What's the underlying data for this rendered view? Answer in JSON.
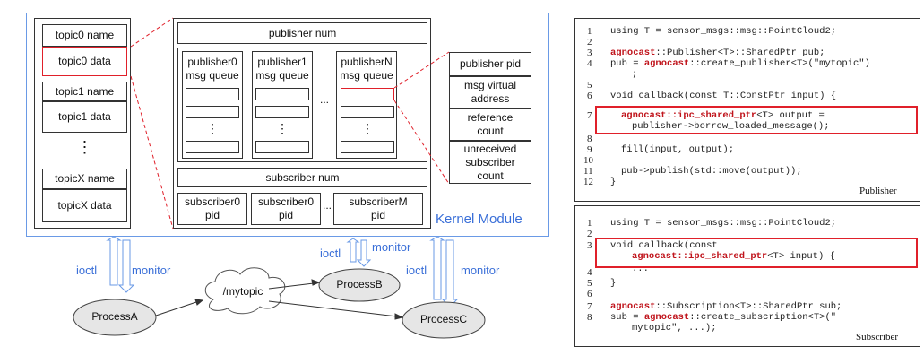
{
  "diagram": {
    "kernel_module_label": "Kernel Module",
    "topics": [
      {
        "name": "topic0 name",
        "data": "topic0 data"
      },
      {
        "name": "topic1 name",
        "data": "topic1 data"
      },
      {
        "name": "topicX name",
        "data": "topicX data"
      }
    ],
    "vdots": "⋮",
    "hdots": "...",
    "publisher_num": "publisher num",
    "subscriber_num": "subscriber num",
    "publisher_queues": [
      "publisher0\nmsg queue",
      "publisher1\nmsg queue",
      "publisherN\nmsg queue"
    ],
    "subscriber_pids": [
      "subscriber0\npid",
      "subscriber0\npid",
      "subscriberM\npid"
    ],
    "entry_fields": [
      "publisher pid",
      "msg virtual\naddress",
      "reference\ncount",
      "unreceived\nsubscriber\ncount"
    ],
    "ioctl": "ioctl",
    "monitor": "monitor",
    "processes": [
      "ProcessA",
      "ProcessB",
      "ProcessC"
    ],
    "topic_cloud": "/mytopic",
    "colors": {
      "accent_blue": "#3a6fd8",
      "highlight_red": "#e0202a"
    }
  },
  "code_panels": {
    "publisher": {
      "caption": "Publisher",
      "line_numbers": [
        "1",
        "2",
        "3",
        "4",
        "5",
        "6",
        "7",
        "8",
        "9",
        "10",
        "11",
        "12"
      ]
    },
    "subscriber": {
      "caption": "Subscriber",
      "line_numbers": [
        "1",
        "2",
        "3",
        "4",
        "5",
        "6",
        "7",
        "8"
      ]
    },
    "tokens": {
      "using_pc2": "using T = sensor_msgs::msg::PointCloud2;",
      "agnocast": "agnocast",
      "publisher_type": "::Publisher<T>::SharedPtr pub;",
      "pub_eq": "pub = ",
      "create_publisher": "::create_publisher<T>(\"mytopic\")",
      "semicolon": ";",
      "void_cb": "void callback(const T::ConstPtr input) {",
      "ipc_ptr": "::ipc_shared_ptr",
      "output_eq": "<T> output =",
      "borrow": "publisher->borrow_loaded_message();",
      "fill": "fill(input, output);",
      "publish": "pub->publish(std::move(output));",
      "close_brace": "}",
      "void_cb_const": "void callback(const",
      "input_end": "<T> input) {",
      "ellipsis": "...",
      "subscription_type": "::Subscription<T>::SharedPtr sub;",
      "sub_eq": "sub = ",
      "create_subscription": "::create_subscription<T>(\"",
      "mytopic_args": "mytopic\", ...);"
    }
  }
}
